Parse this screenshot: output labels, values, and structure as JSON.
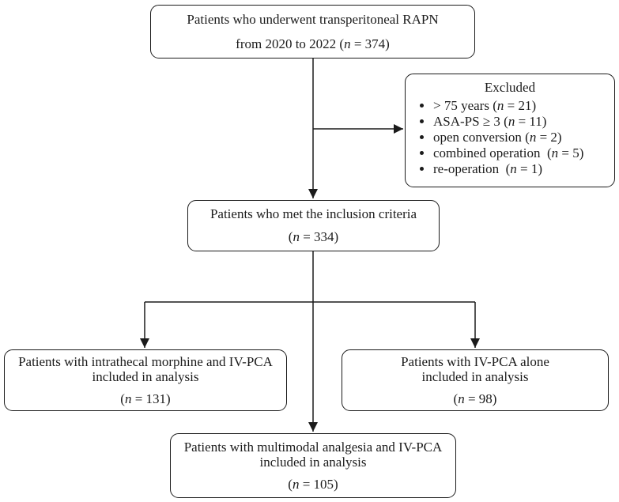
{
  "colors": {
    "background": "#ffffff",
    "line": "#1b1b1b",
    "text": "#1b1b1b"
  },
  "boxes": {
    "top": {
      "line1": "Patients who underwent transperitoneal RAPN",
      "line2_pre": "from 2020 to 2022 (",
      "n": "n",
      "line2_post": " = 374)"
    },
    "excluded": {
      "title": "Excluded",
      "items": [
        {
          "pre": "> 75 years (",
          "n": "n",
          "post": " = 21)"
        },
        {
          "pre": "ASA-PS ≥ 3 (",
          "n": "n",
          "post": " = 11)"
        },
        {
          "pre": "open conversion (",
          "n": "n",
          "post": " = 2)"
        },
        {
          "pre": "combined operation  (",
          "n": "n",
          "post": " = 5)"
        },
        {
          "pre": "re-operation  (",
          "n": "n",
          "post": " = 1)"
        }
      ]
    },
    "inclusion": {
      "line1": "Patients who met the inclusion criteria",
      "n_pre": "(",
      "n": "n",
      "n_post": " = 334)"
    },
    "left": {
      "line1": "Patients with intrathecal morphine and IV-PCA",
      "line2": "included in analysis",
      "n_pre": "(",
      "n": "n",
      "n_post": " = 131)"
    },
    "right": {
      "line1": "Patients with IV-PCA alone",
      "line2": "included in analysis",
      "n_pre": "(",
      "n": "n",
      "n_post": " = 98)"
    },
    "center": {
      "line1": "Patients with multimodal analgesia and IV-PCA",
      "line2": "included in analysis",
      "n_pre": "(",
      "n": "n",
      "n_post": " = 105)"
    }
  }
}
